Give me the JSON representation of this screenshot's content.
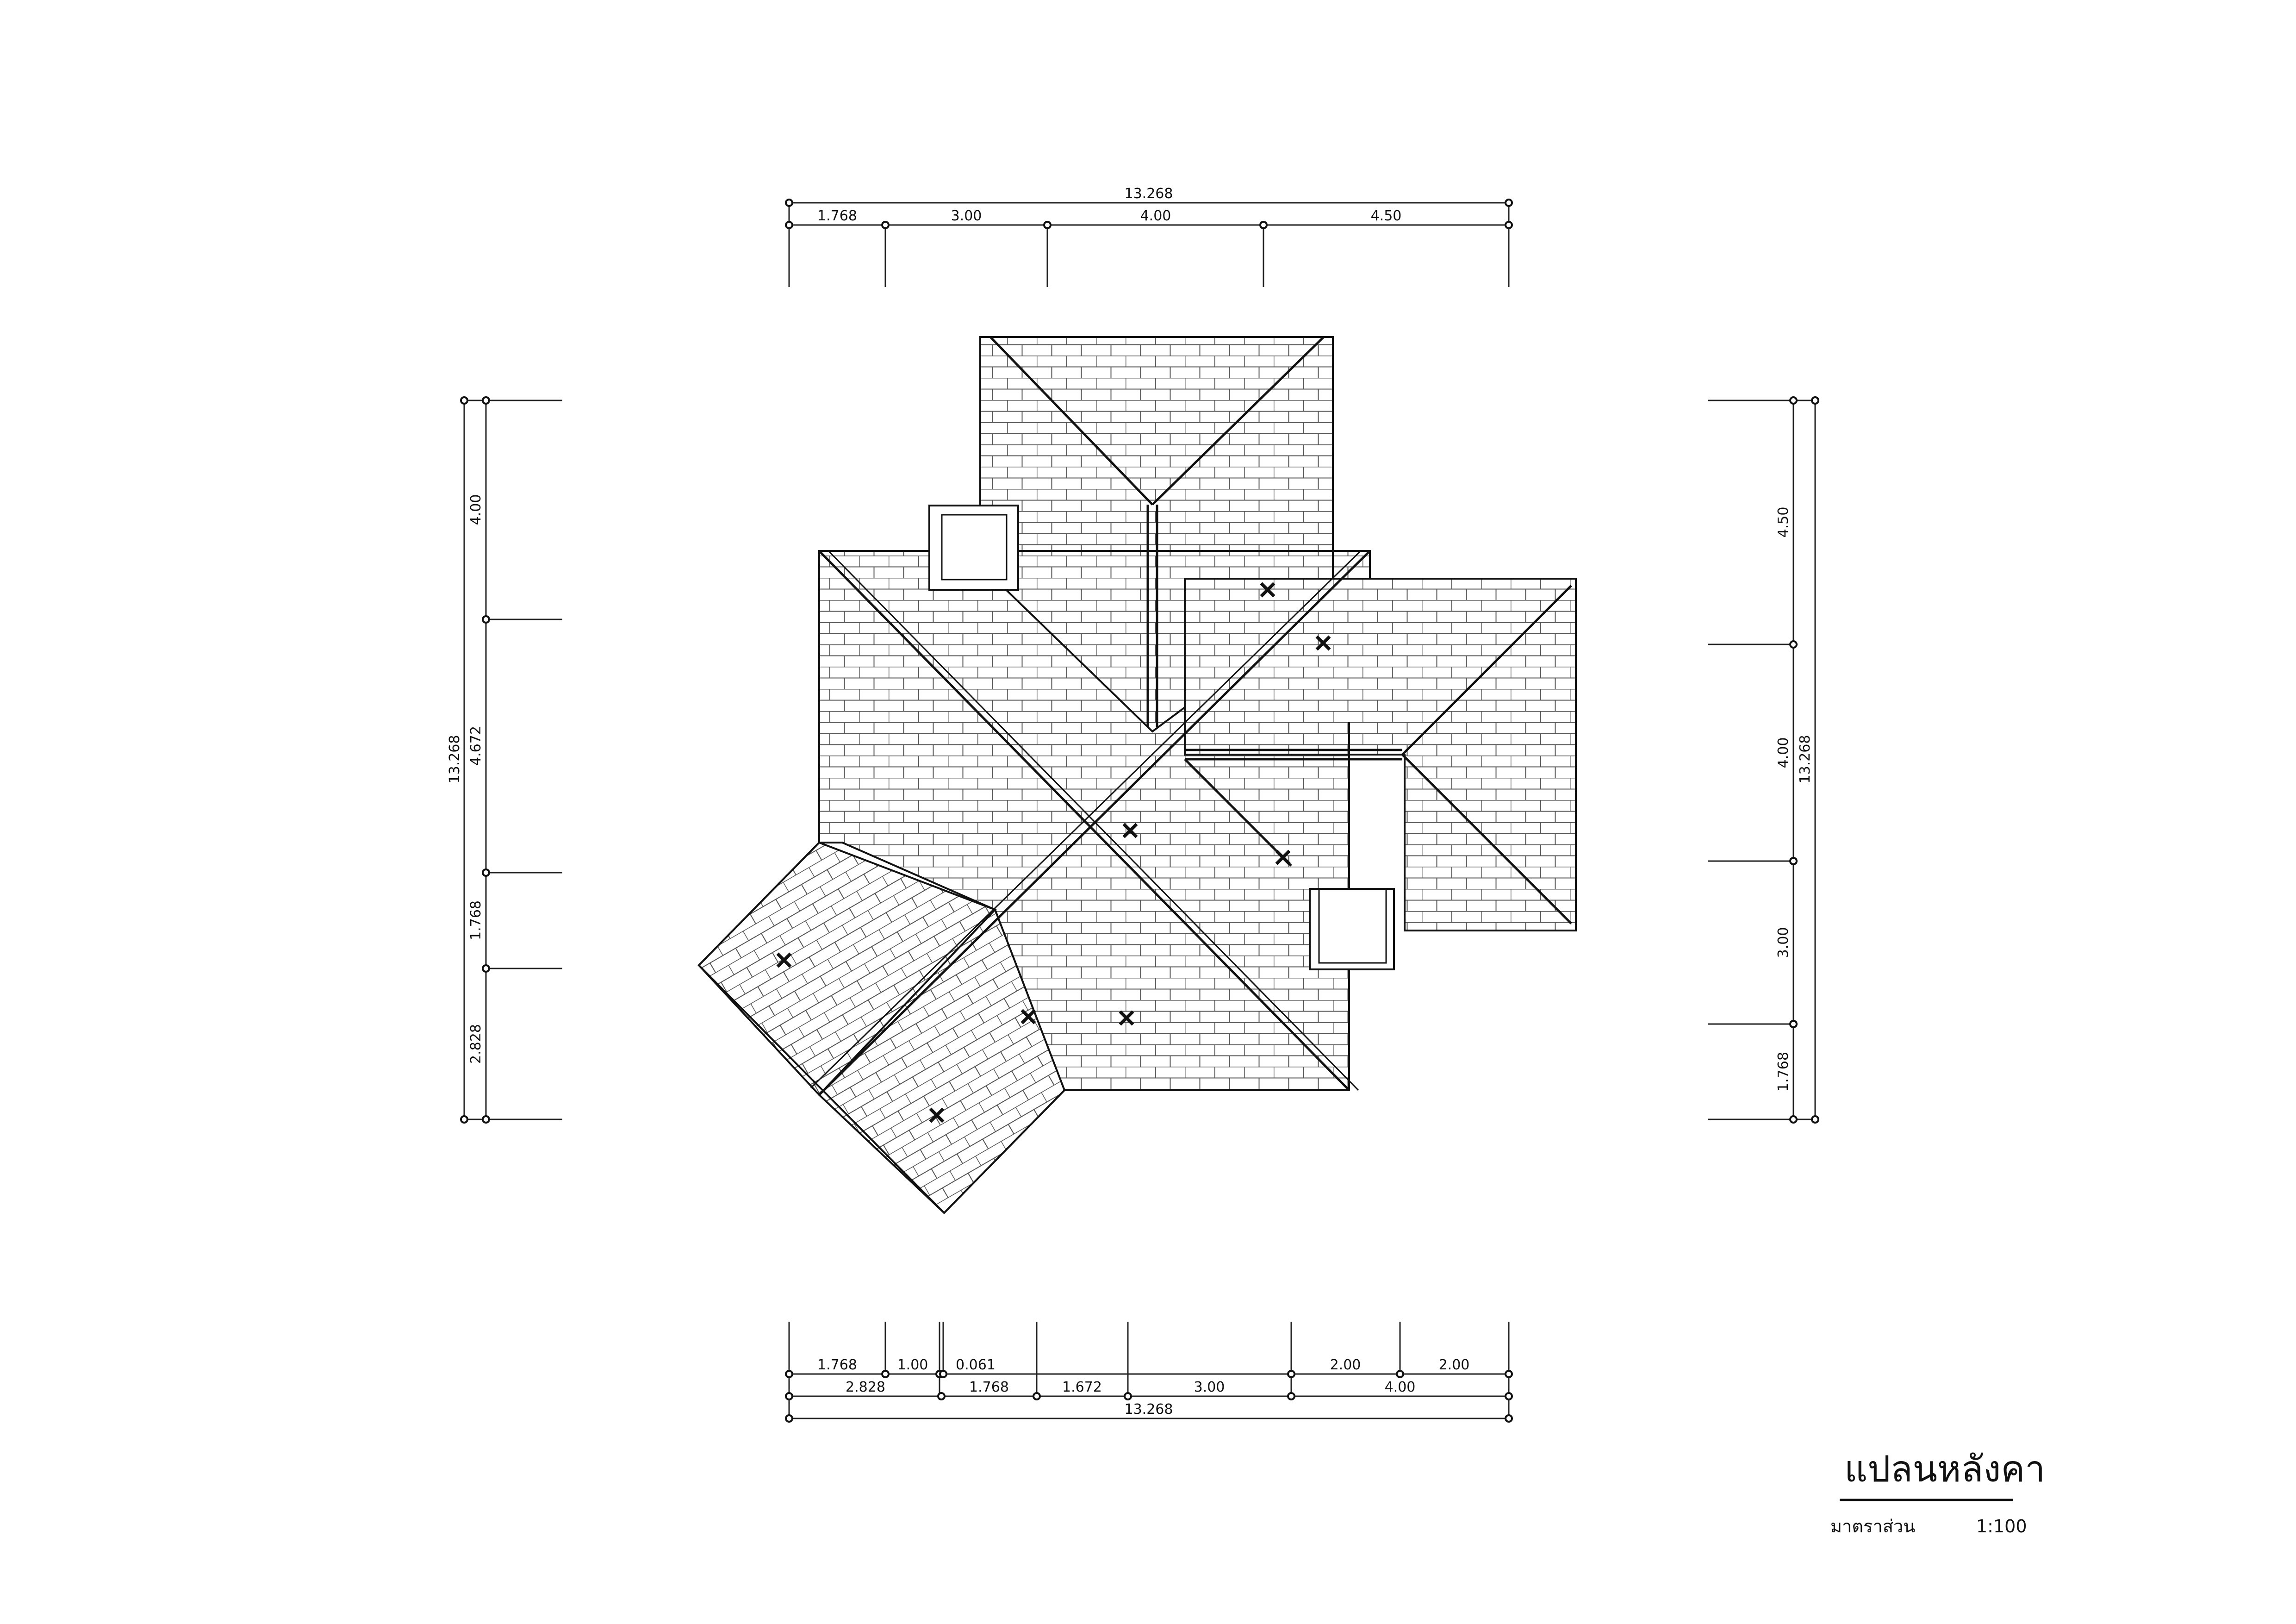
{
  "title": {
    "name": "แปลนหลังคา",
    "scale_label": "มาตราส่วน",
    "scale_value": "1:100"
  },
  "dimensions": {
    "top": {
      "overall": "13.268",
      "segments": [
        "1.768",
        "3.00",
        "4.00",
        "4.50"
      ]
    },
    "left": {
      "overall": "13.268",
      "segments": [
        "4.00",
        "4.672",
        "1.768",
        "2.828"
      ]
    },
    "right": {
      "overall": "13.268",
      "segments": [
        "4.50",
        "4.00",
        "3.00",
        "1.768"
      ]
    },
    "bottom": {
      "row1": [
        "1.768",
        "1.00",
        "0.061",
        "2.00",
        "2.00"
      ],
      "row2": [
        "2.828",
        "1.768",
        "1.672",
        "3.00",
        "4.00"
      ],
      "overall": "13.268"
    }
  }
}
